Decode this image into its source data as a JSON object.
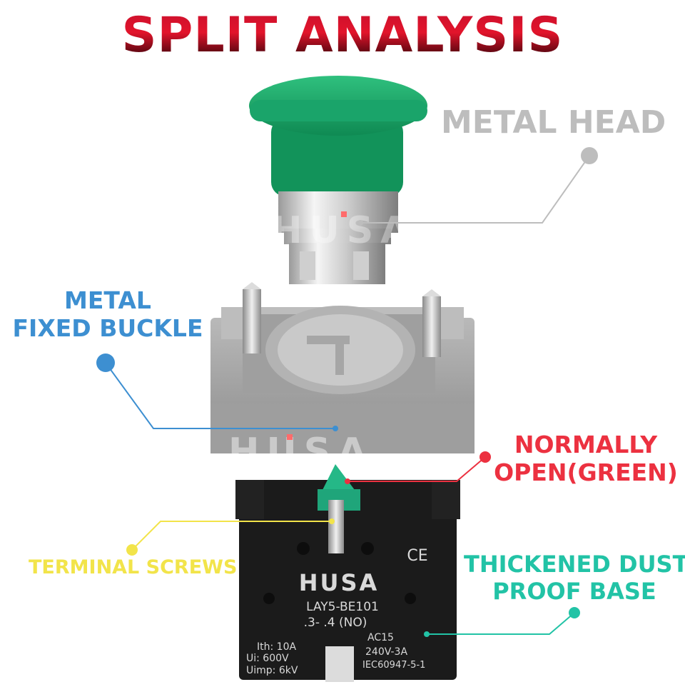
{
  "title": "SPLIT ANALYSIS",
  "labels": {
    "metal_head": "METAL HEAD",
    "fixed_buckle_line1": "METAL",
    "fixed_buckle_line2": "FIXED BUCKLE",
    "normally_open_line1": "NORMALLY",
    "normally_open_line2": "OPEN(GREEN)",
    "terminal_screws": "TERMINAL SCREWS",
    "dust_base_line1": "THICKENED DUST",
    "dust_base_line2": "PROOF BASE"
  },
  "colors": {
    "title": "#d8102a",
    "metal_head": "#bdbdbd",
    "fixed_buckle": "#3d8fd1",
    "normally_open": "#ec3140",
    "terminal_screws": "#f2e44a",
    "dust_base": "#22c3a6",
    "button_green": "#1aa46a",
    "module_black": "#1b1b1b",
    "metal_grey": "#a9a9a9"
  },
  "product_marks": {
    "brand": "HUSA",
    "model": "LAY5-BE101",
    "terminals": ".3- .4 (NO)",
    "ce": "CE",
    "ith": "Ith: 10A",
    "ui": "Ui: 600V",
    "uimp": "Uimp: 6kV",
    "ac": "AC15",
    "rating": "240V-3A",
    "standard": "IEC60947-5-1"
  },
  "watermark": "HUSA"
}
